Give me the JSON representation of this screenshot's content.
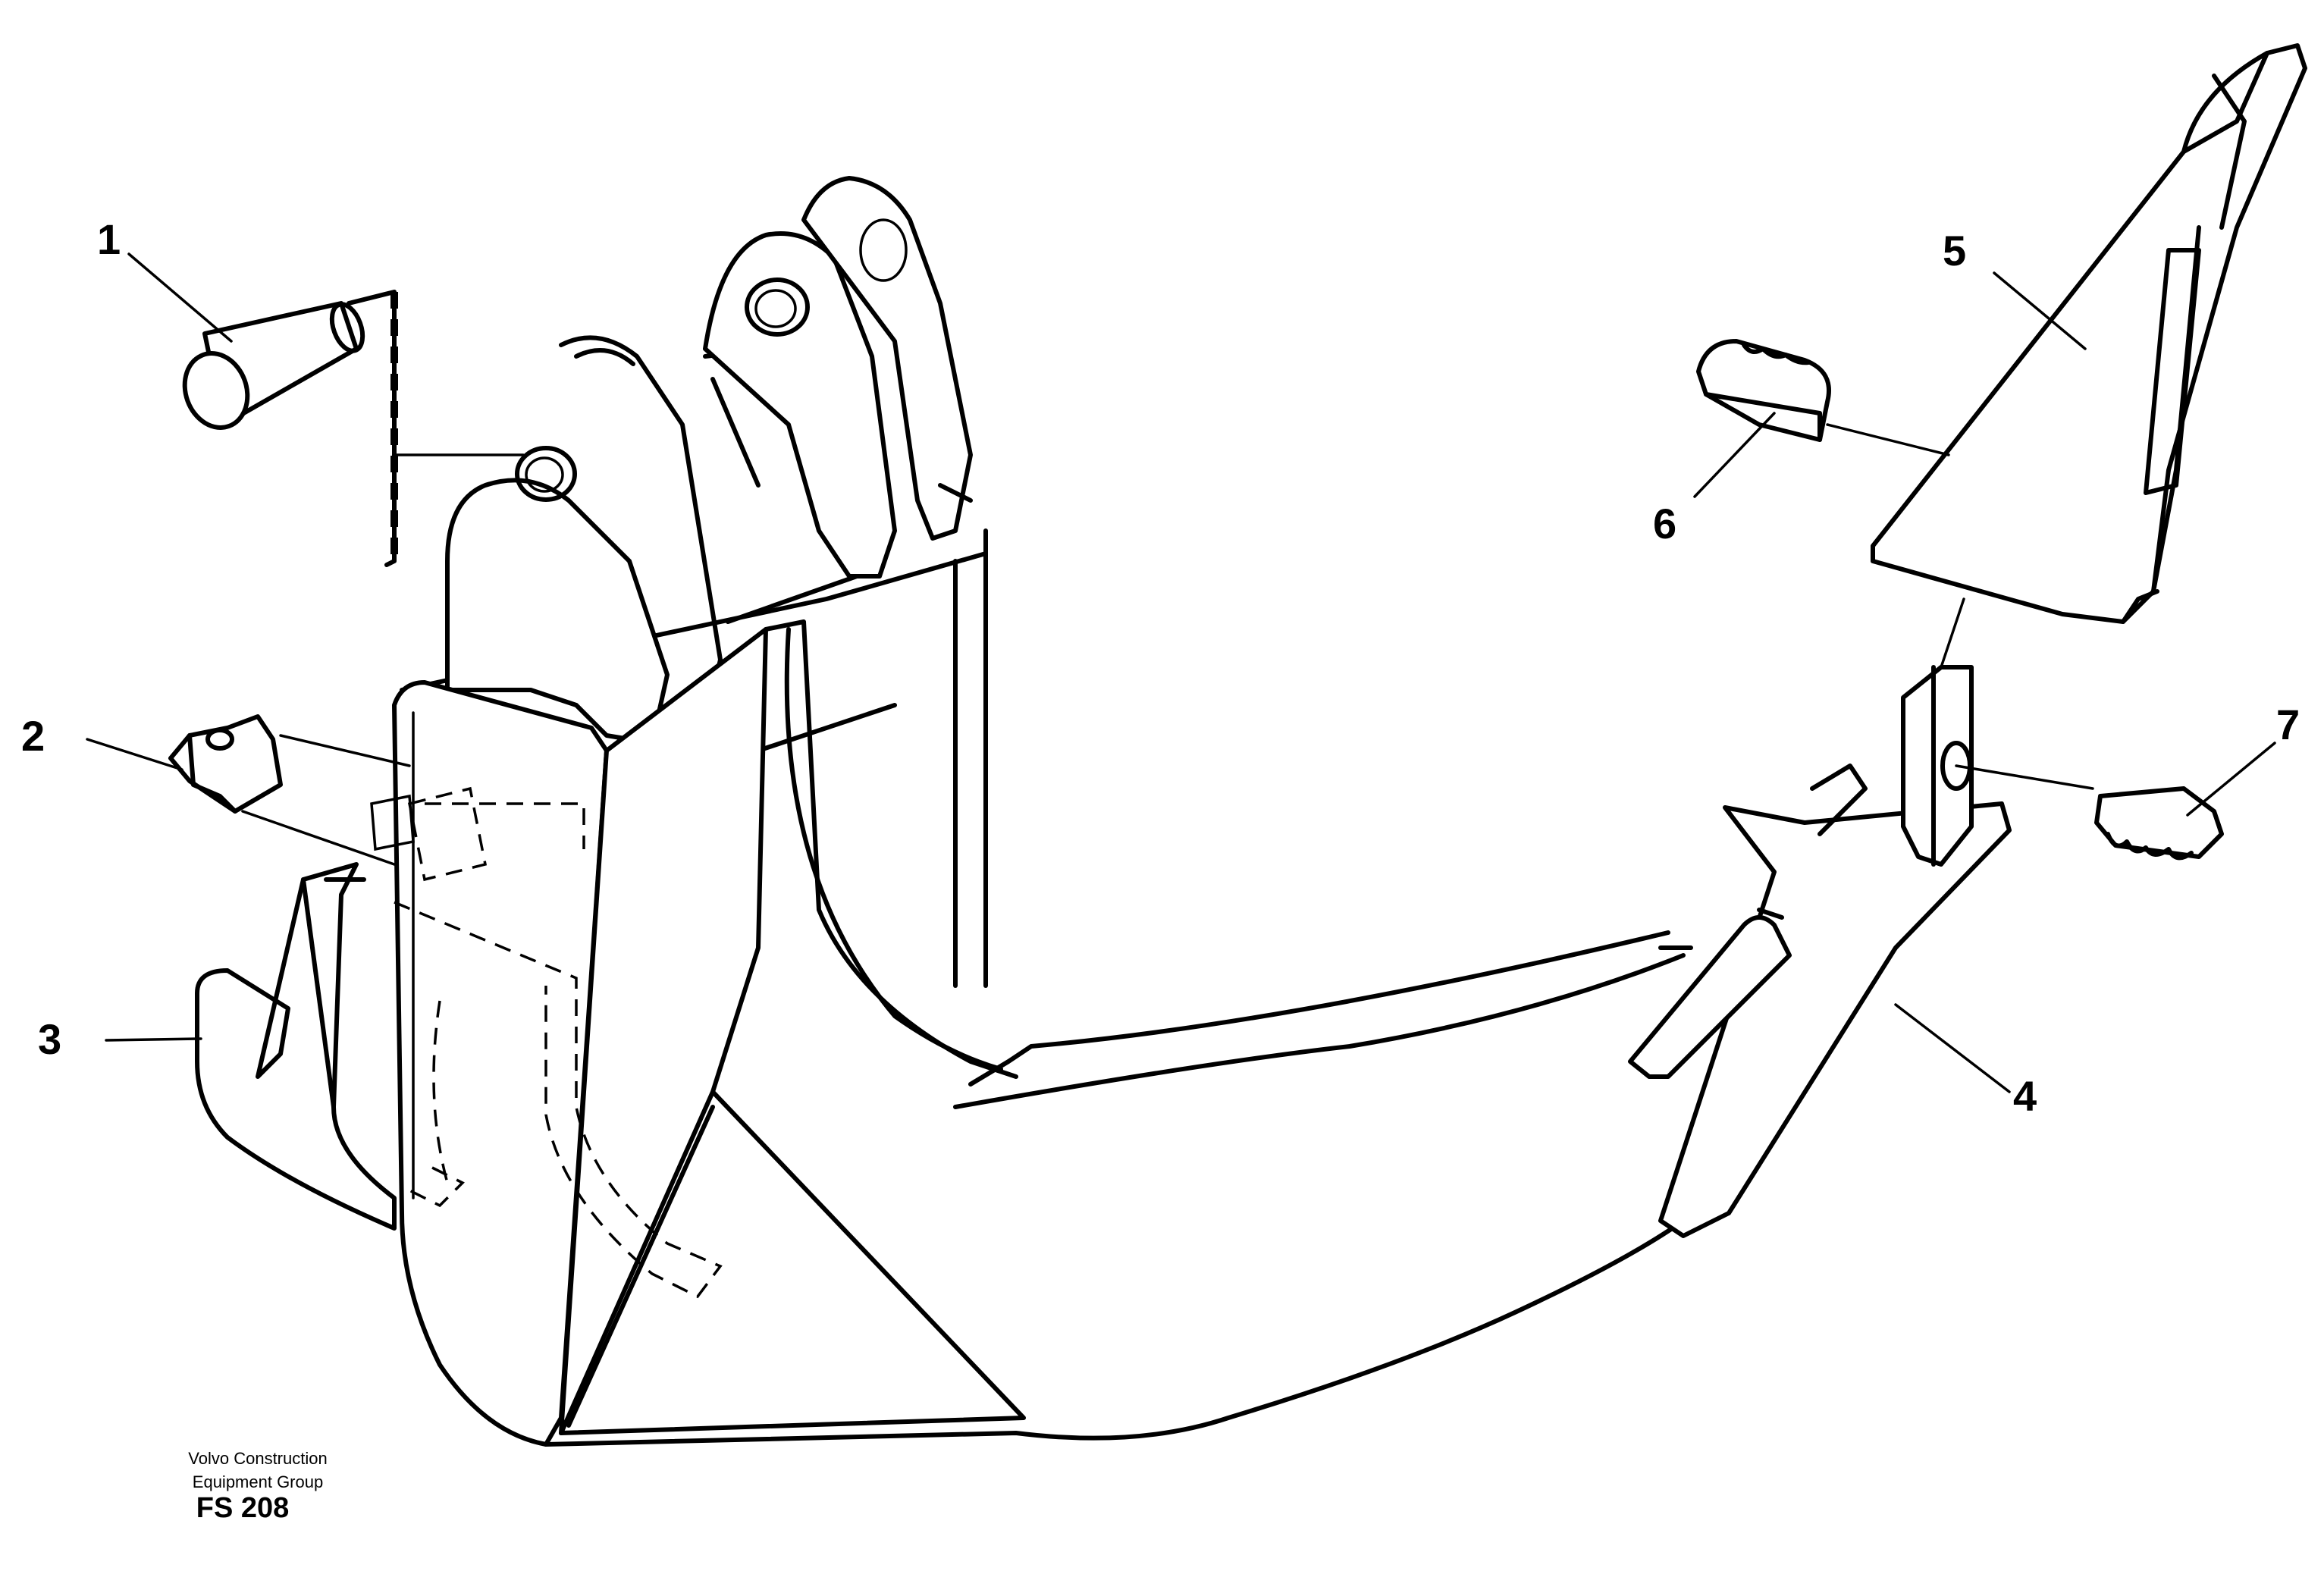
{
  "callouts": {
    "c1": "1",
    "c2": "2",
    "c3": "3",
    "c4": "4",
    "c5": "5",
    "c6": "6",
    "c7": "7"
  },
  "footer": {
    "company_line1": "Volvo Construction",
    "company_line2": "Equipment Group",
    "figure_code": "FS 208"
  }
}
